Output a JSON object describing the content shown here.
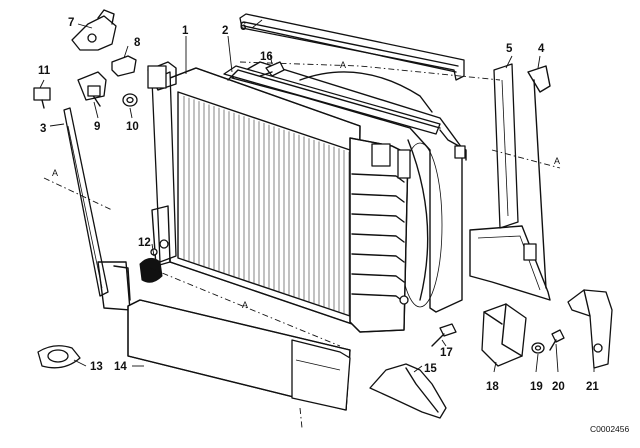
{
  "callouts": [
    {
      "id": "1",
      "label": "1"
    },
    {
      "id": "2",
      "label": "2"
    },
    {
      "id": "3",
      "label": "3"
    },
    {
      "id": "4",
      "label": "4"
    },
    {
      "id": "5",
      "label": "5"
    },
    {
      "id": "6",
      "label": "6"
    },
    {
      "id": "7",
      "label": "7"
    },
    {
      "id": "8",
      "label": "8"
    },
    {
      "id": "9",
      "label": "9"
    },
    {
      "id": "10",
      "label": "10"
    },
    {
      "id": "11",
      "label": "11"
    },
    {
      "id": "12",
      "label": "12"
    },
    {
      "id": "13",
      "label": "13"
    },
    {
      "id": "14",
      "label": "14"
    },
    {
      "id": "15",
      "label": "15"
    },
    {
      "id": "16",
      "label": "16"
    },
    {
      "id": "17",
      "label": "17"
    },
    {
      "id": "18",
      "label": "18"
    },
    {
      "id": "19",
      "label": "19"
    },
    {
      "id": "20",
      "label": "20"
    },
    {
      "id": "21",
      "label": "21"
    }
  ],
  "section_marker": "A",
  "drawing_code": "C0002456"
}
